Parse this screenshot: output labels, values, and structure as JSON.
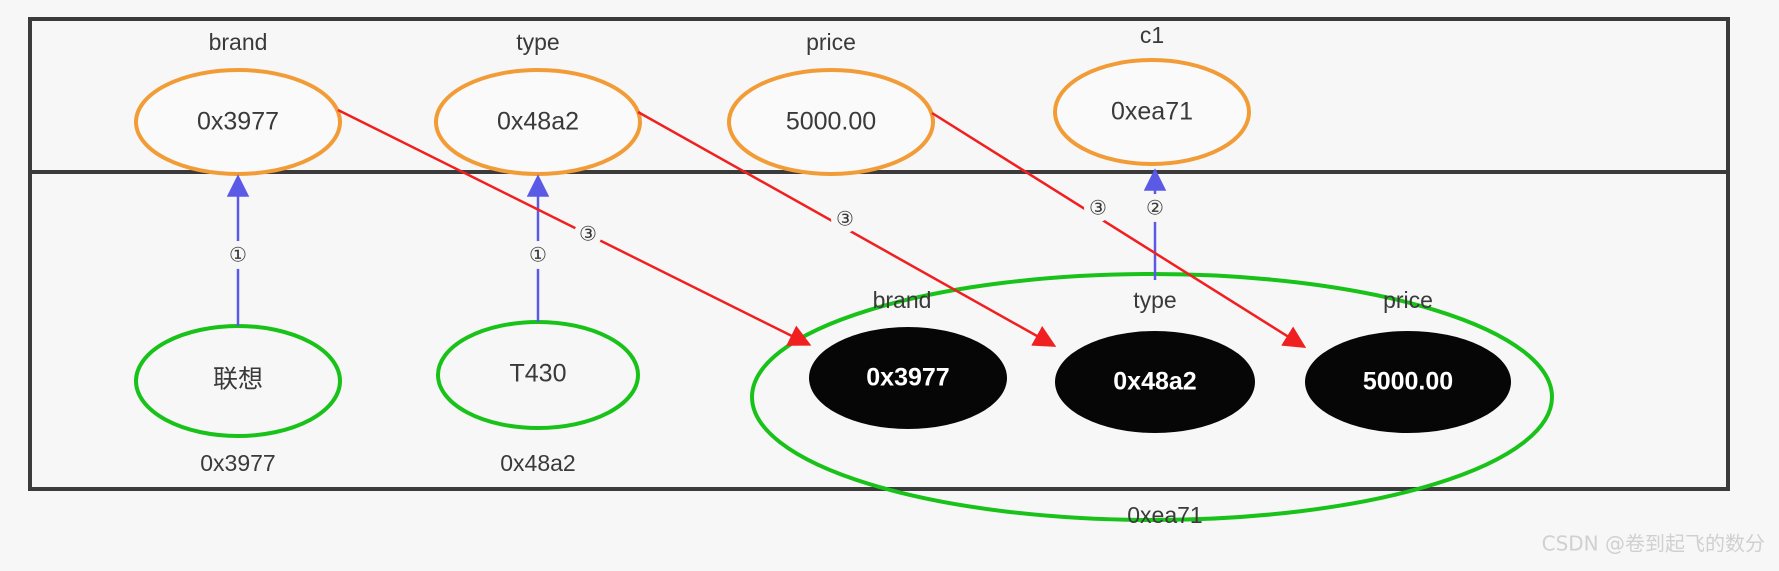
{
  "diagram": {
    "title": "Java heap reference diagram",
    "colors": {
      "frame": "#3b3b3b",
      "stack_node_border": "#f29c38",
      "heap_node_border": "#19c219",
      "object_fill": "#060606",
      "reference_arrow": "#f02020",
      "pointer_arrow": "#5a5ae6",
      "background": "#f7f7f7"
    },
    "stack_region": {
      "name": "stack-region",
      "nodes": [
        {
          "label": "brand",
          "value": "0x3977"
        },
        {
          "label": "type",
          "value": "0x48a2"
        },
        {
          "label": "price",
          "value": "5000.00"
        },
        {
          "label": "c1",
          "value": "0xea71"
        }
      ]
    },
    "heap_region": {
      "name": "heap-region",
      "standalone_nodes": [
        {
          "value": "联想",
          "address": "0x3977"
        },
        {
          "value": "T430",
          "address": "0x48a2"
        }
      ],
      "object_group": {
        "address": "0xea71",
        "fields": [
          {
            "label": "brand",
            "value": "0x3977"
          },
          {
            "label": "type",
            "value": "0x48a2"
          },
          {
            "label": "price",
            "value": "5000.00"
          }
        ]
      }
    },
    "markers": [
      {
        "id": "m1",
        "text": "①"
      },
      {
        "id": "m2",
        "text": "①"
      },
      {
        "id": "m3",
        "text": "③"
      },
      {
        "id": "m4",
        "text": "③"
      },
      {
        "id": "m5",
        "text": "③"
      },
      {
        "id": "m6",
        "text": "②"
      }
    ],
    "watermark": "CSDN @卷到起飞的数分"
  }
}
